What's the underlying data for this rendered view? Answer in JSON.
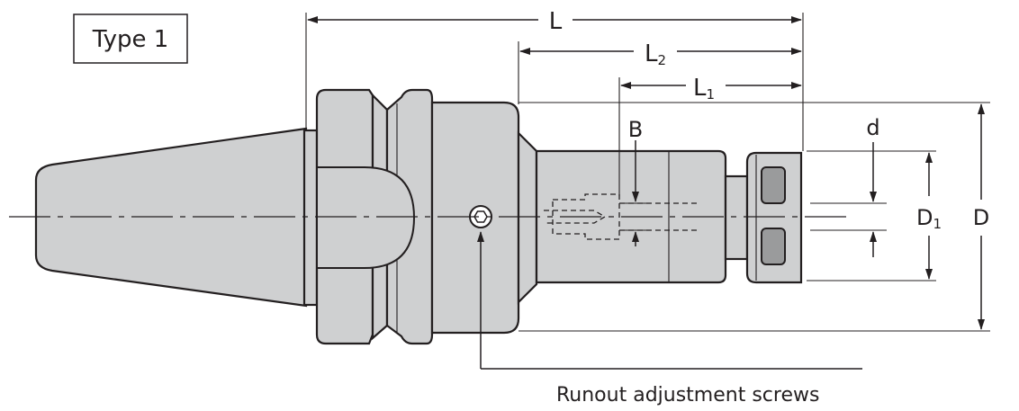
{
  "type_box": {
    "label": "Type 1"
  },
  "dimensions": {
    "L": {
      "main": "L",
      "sub": ""
    },
    "L2": {
      "main": "L",
      "sub": "2"
    },
    "L1": {
      "main": "L",
      "sub": "1"
    },
    "B": {
      "main": "B",
      "sub": ""
    },
    "d": {
      "main": "d",
      "sub": ""
    },
    "D1": {
      "main": "D",
      "sub": "1"
    },
    "D": {
      "main": "D",
      "sub": ""
    }
  },
  "callout": {
    "text": "Runout adjustment screws"
  }
}
